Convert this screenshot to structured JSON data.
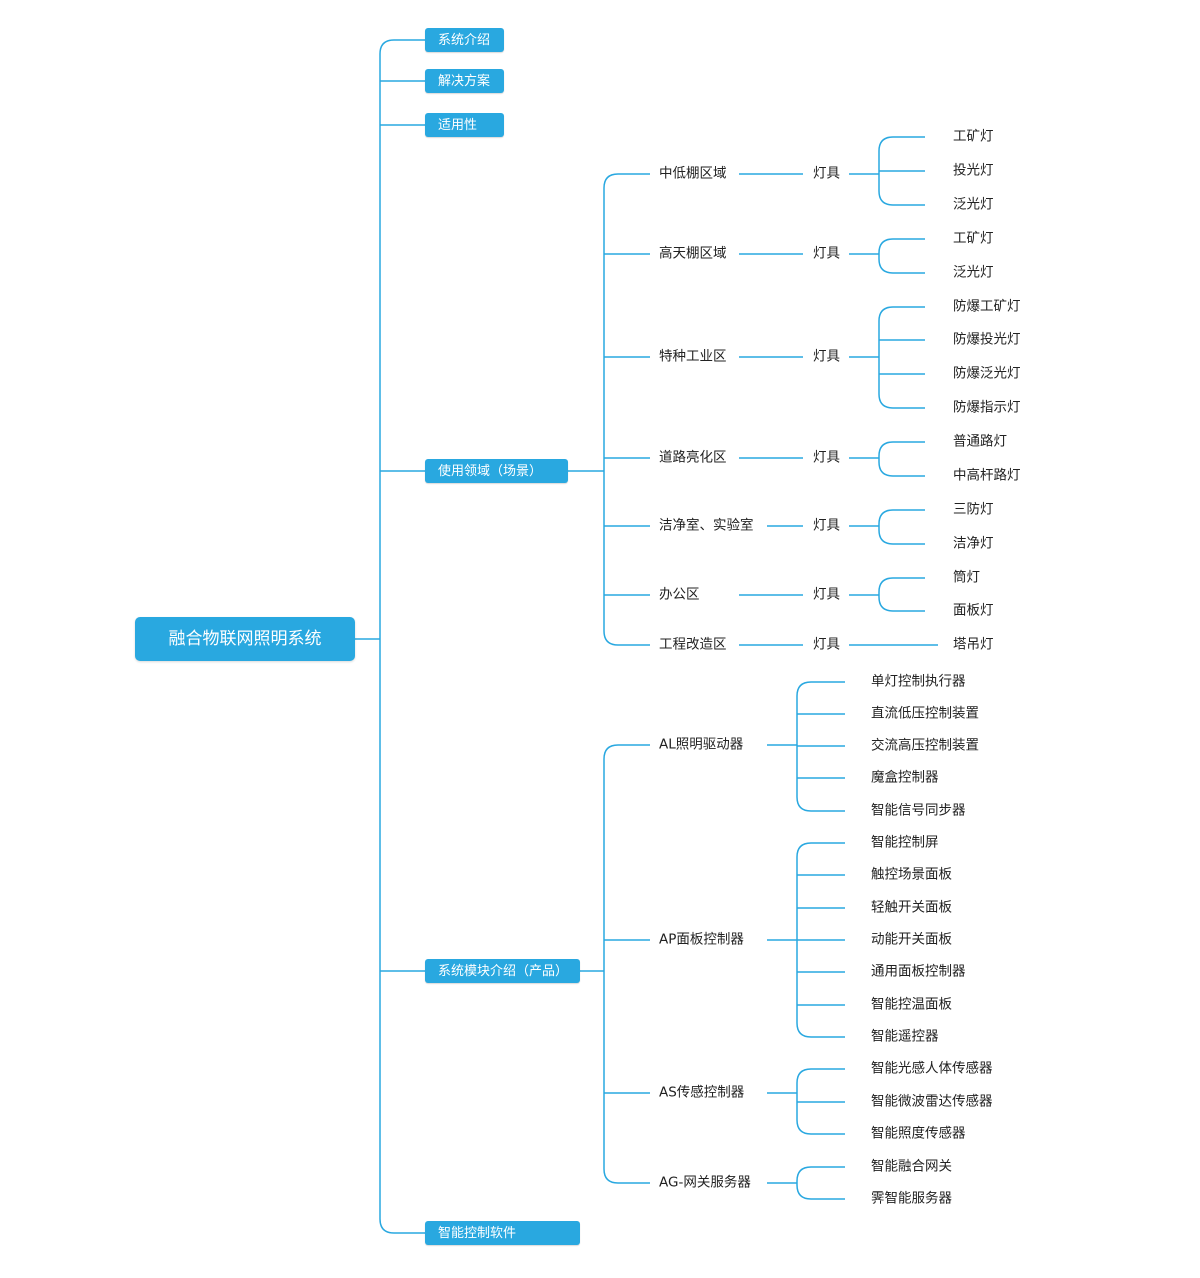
{
  "root": "融合物联网照明系统",
  "level1": {
    "intro": "系统介绍",
    "solution": "解决方案",
    "applicability": "适用性",
    "scenes": "使用领域（场景）",
    "modules": "系统模块介绍（产品）",
    "software": "智能控制软件"
  },
  "fixture_label": "灯具",
  "scenes": [
    {
      "name": "中低棚区域",
      "lamps": [
        "工矿灯",
        "投光灯",
        "泛光灯"
      ]
    },
    {
      "name": "高天棚区域",
      "lamps": [
        "工矿灯",
        "泛光灯"
      ]
    },
    {
      "name": "特种工业区",
      "lamps": [
        "防爆工矿灯",
        "防爆投光灯",
        "防爆泛光灯",
        "防爆指示灯"
      ]
    },
    {
      "name": "道路亮化区",
      "lamps": [
        "普通路灯",
        "中高杆路灯"
      ]
    },
    {
      "name": "洁净室、实验室",
      "lamps": [
        "三防灯",
        "洁净灯"
      ]
    },
    {
      "name": "办公区",
      "lamps": [
        "筒灯",
        "面板灯"
      ]
    },
    {
      "name": "工程改造区",
      "lamps": [
        "塔吊灯"
      ]
    }
  ],
  "modules": [
    {
      "name": "AL照明驱动器",
      "items": [
        "单灯控制执行器",
        "直流低压控制装置",
        "交流高压控制装置",
        "魔盒控制器",
        "智能信号同步器"
      ]
    },
    {
      "name": "AP面板控制器",
      "items": [
        "智能控制屏",
        "触控场景面板",
        "轻触开关面板",
        "动能开关面板",
        "通用面板控制器",
        "智能控温面板",
        "智能遥控器"
      ]
    },
    {
      "name": "AS传感控制器",
      "items": [
        "智能光感人体传感器",
        "智能微波雷达传感器",
        "智能照度传感器"
      ]
    },
    {
      "name": "AG-网关服务器",
      "items": [
        "智能融合网关",
        "霁智能服务器"
      ]
    }
  ],
  "colors": {
    "accent": "#29a8e0",
    "line": "#29a8e0",
    "text": "#222222"
  }
}
